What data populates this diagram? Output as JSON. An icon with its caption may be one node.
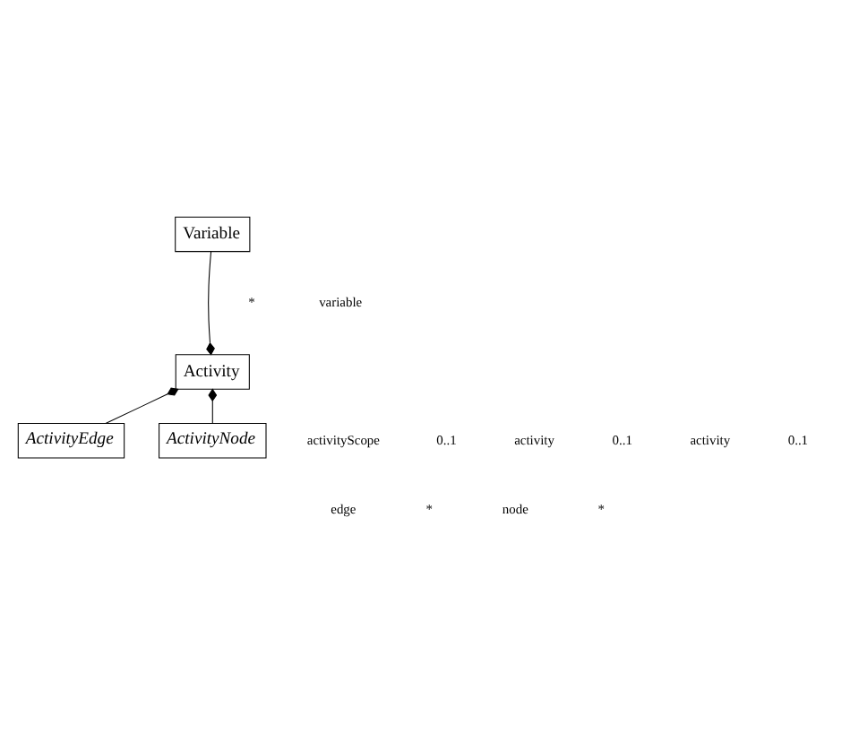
{
  "diagram": {
    "nodes": [
      {
        "text": [
          "Variable"
        ]
      },
      {
        "text": [
          "Activity"
        ]
      },
      {
        "text": [
          "ActivityEdge"
        ]
      },
      {
        "text": [
          "ActivityNode"
        ]
      }
    ],
    "edges": [
      {
        "from": 0,
        "to": 1,
        "arrow": "other"
      },
      {
        "from": 2,
        "to": 1,
        "arrow": "other"
      },
      {
        "from": 3,
        "to": 1,
        "arrow": "other"
      }
    ],
    "labels": [
      "*",
      "variable",
      "activityScope",
      "0..1",
      "activity",
      "0..1",
      "activity",
      "0..1",
      "edge",
      "*",
      "node",
      "*"
    ]
  }
}
